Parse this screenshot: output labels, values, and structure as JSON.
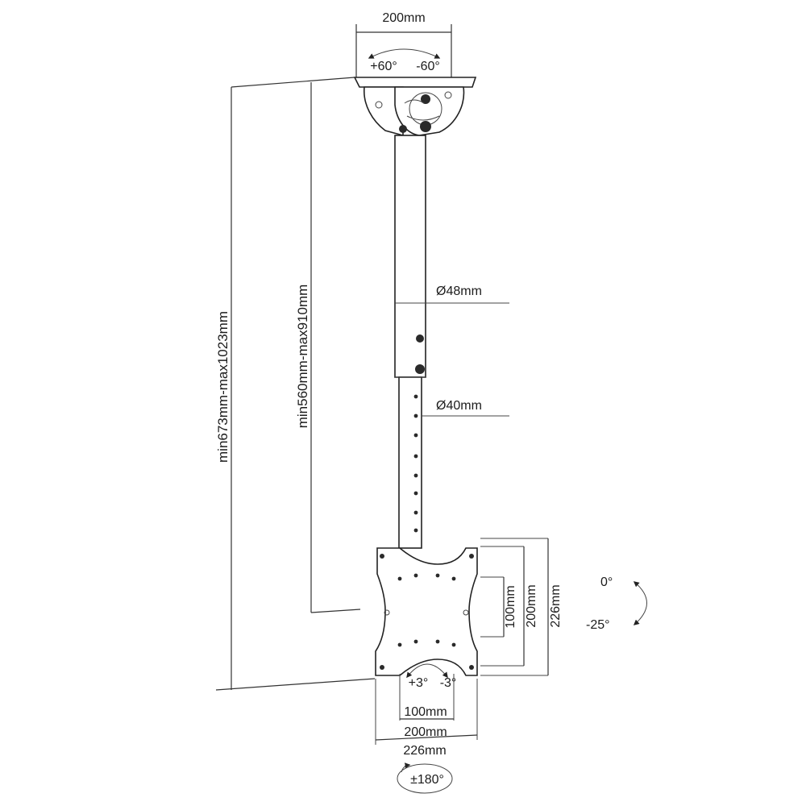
{
  "labels": {
    "top_plate_width": "200mm",
    "top_angle_plus": "+60°",
    "top_angle_minus": "-60°",
    "tube_upper_diameter": "Ø48mm",
    "tube_lower_diameter": "Ø40mm",
    "outer_height": "min673mm-max1023mm",
    "inner_height": "min560mm-max910mm",
    "vesa_v_100": "100mm",
    "vesa_v_200": "200mm",
    "vesa_v_226": "226mm",
    "tilt_top": "0°",
    "tilt_bottom": "-25°",
    "swivel_plus": "+3°",
    "swivel_minus": "-3°",
    "vesa_h_100": "100mm",
    "vesa_h_200": "200mm",
    "vesa_h_226": "226mm",
    "rotation": "±180°"
  }
}
